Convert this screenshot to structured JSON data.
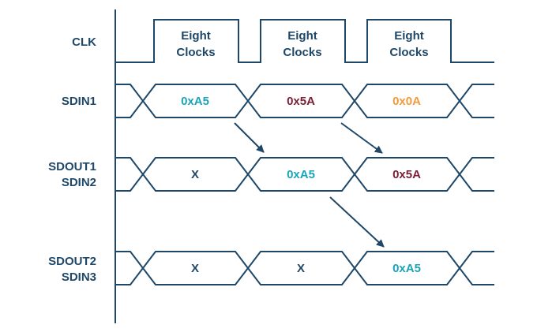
{
  "colors": {
    "line": "#1f4767",
    "label": "#1f4767",
    "cyan": "#1aa4b8",
    "maroon": "#7a1f35",
    "orange": "#f39a3a",
    "dark": "#1f4767"
  },
  "signals": {
    "clk": {
      "label": "CLK"
    },
    "sdin1": {
      "label": "SDIN1"
    },
    "sdout1": {
      "line1": "SDOUT1",
      "line2": "SDIN2"
    },
    "sdout2": {
      "line1": "SDOUT2",
      "line2": "SDIN3"
    }
  },
  "clock": {
    "pulses": [
      {
        "line1": "Eight",
        "line2": "Clocks"
      },
      {
        "line1": "Eight",
        "line2": "Clocks"
      },
      {
        "line1": "Eight",
        "line2": "Clocks"
      }
    ]
  },
  "buses": {
    "sdin1": [
      {
        "value": "0xA5",
        "color": "#1aa4b8"
      },
      {
        "value": "0x5A",
        "color": "#7a1f35"
      },
      {
        "value": "0x0A",
        "color": "#f39a3a"
      }
    ],
    "sdout1": [
      {
        "value": "X",
        "color": "#1f4767"
      },
      {
        "value": "0xA5",
        "color": "#1aa4b8"
      },
      {
        "value": "0x5A",
        "color": "#7a1f35"
      }
    ],
    "sdout2": [
      {
        "value": "X",
        "color": "#1f4767"
      },
      {
        "value": "X",
        "color": "#1f4767"
      },
      {
        "value": "0xA5",
        "color": "#1aa4b8"
      }
    ]
  }
}
